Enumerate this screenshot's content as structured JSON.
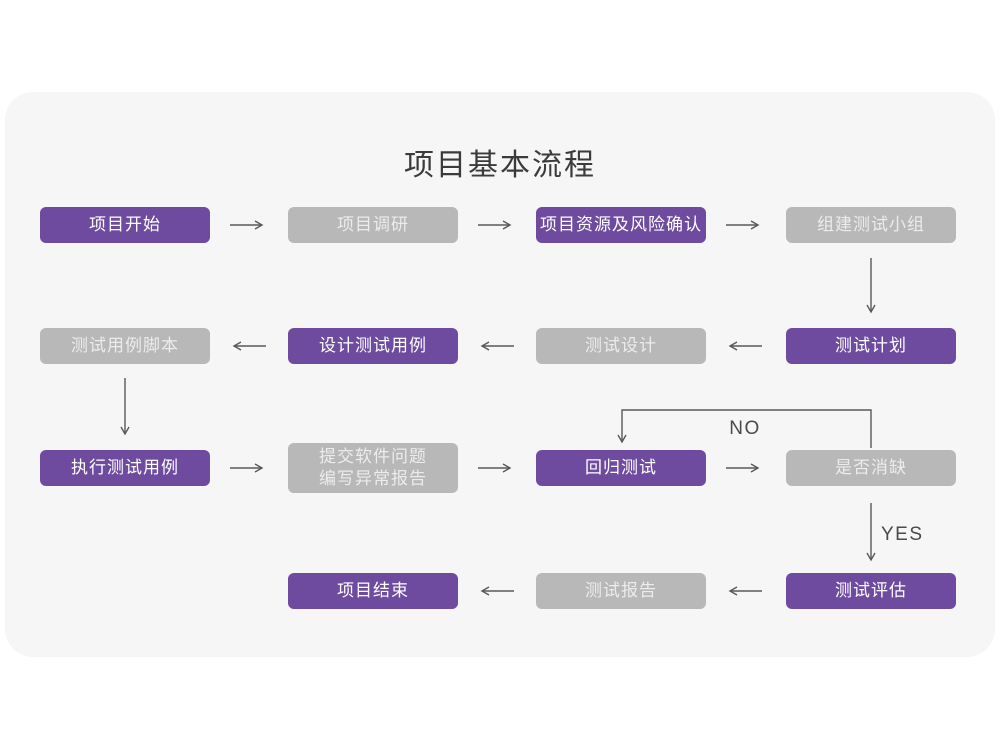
{
  "title": "项目基本流程",
  "colors": {
    "purple_node": "#6e4b9e",
    "gray_node": "#b8b8b8",
    "card_background": "#f6f6f7",
    "arrow": "#595959",
    "title_text": "#3b3b3b",
    "node_text": "#ffffff"
  },
  "decision_labels": {
    "no": "NO",
    "yes": "YES"
  },
  "nodes": [
    {
      "id": "project-start",
      "label": "项目开始",
      "variant": "purple"
    },
    {
      "id": "project-research",
      "label": "项目调研",
      "variant": "gray"
    },
    {
      "id": "resource-risk",
      "label": "项目资源及风险确认",
      "variant": "purple"
    },
    {
      "id": "build-team",
      "label": "组建测试小组",
      "variant": "gray"
    },
    {
      "id": "test-plan",
      "label": "测试计划",
      "variant": "purple"
    },
    {
      "id": "test-design",
      "label": "测试设计",
      "variant": "gray"
    },
    {
      "id": "design-cases",
      "label": "设计测试用例",
      "variant": "purple"
    },
    {
      "id": "case-script",
      "label": "测试用例脚本",
      "variant": "gray"
    },
    {
      "id": "execute-cases",
      "label": "执行测试用例",
      "variant": "purple"
    },
    {
      "id": "submit-issues",
      "label": "提交软件问题",
      "label2": "编写异常报告",
      "variant": "gray"
    },
    {
      "id": "regression-test",
      "label": "回归测试",
      "variant": "purple"
    },
    {
      "id": "defect-cleared",
      "label": "是否消缺",
      "variant": "gray"
    },
    {
      "id": "test-evaluate",
      "label": "测试评估",
      "variant": "purple"
    },
    {
      "id": "test-report",
      "label": "测试报告",
      "variant": "gray"
    },
    {
      "id": "project-end",
      "label": "项目结束",
      "variant": "purple"
    }
  ],
  "edges": [
    {
      "from": "项目开始",
      "to": "项目调研"
    },
    {
      "from": "项目调研",
      "to": "项目资源及风险确认"
    },
    {
      "from": "项目资源及风险确认",
      "to": "组建测试小组"
    },
    {
      "from": "组建测试小组",
      "to": "测试计划"
    },
    {
      "from": "测试计划",
      "to": "测试设计"
    },
    {
      "from": "测试设计",
      "to": "设计测试用例"
    },
    {
      "from": "设计测试用例",
      "to": "测试用例脚本"
    },
    {
      "from": "测试用例脚本",
      "to": "执行测试用例"
    },
    {
      "from": "执行测试用例",
      "to": "提交软件问题 编写异常报告"
    },
    {
      "from": "提交软件问题 编写异常报告",
      "to": "回归测试"
    },
    {
      "from": "回归测试",
      "to": "是否消缺"
    },
    {
      "from": "是否消缺",
      "to": "回归测试",
      "label": "NO"
    },
    {
      "from": "是否消缺",
      "to": "测试评估",
      "label": "YES"
    },
    {
      "from": "测试评估",
      "to": "测试报告"
    },
    {
      "from": "测试报告",
      "to": "项目结束"
    }
  ]
}
